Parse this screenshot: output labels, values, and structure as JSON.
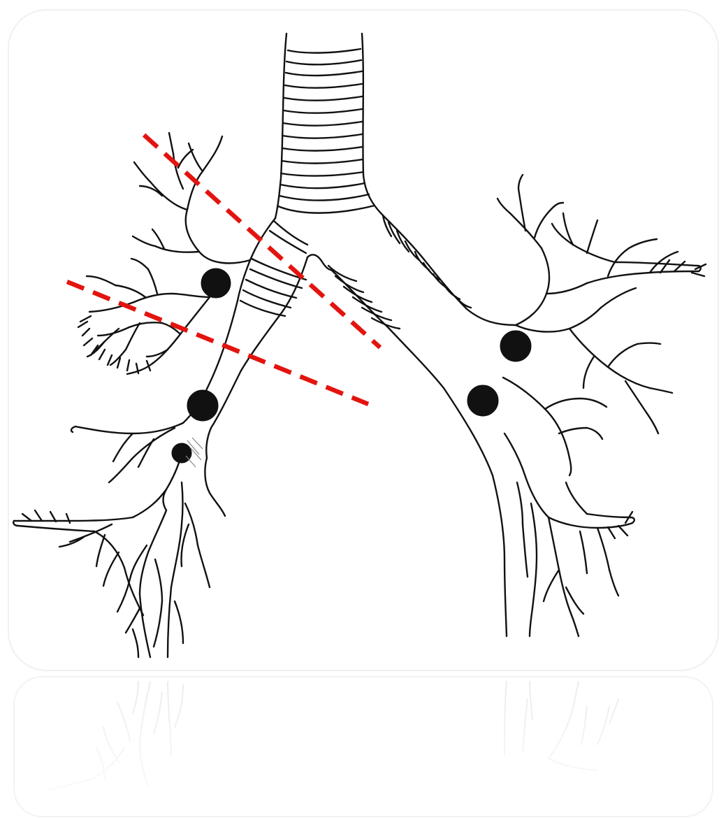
{
  "diagram": {
    "ink_color": "#111111",
    "background_color": "#ffffff",
    "card_border_color": "#f0f0f0",
    "cut_line_color": "#e3140f",
    "node_color": "#111111",
    "cut_lines": [
      {
        "id": "upper-cut-line"
      },
      {
        "id": "lower-cut-line"
      }
    ],
    "lymph_nodes": [
      {
        "id": "node-right-upper"
      },
      {
        "id": "node-right-middle"
      },
      {
        "id": "node-right-lower"
      },
      {
        "id": "node-left-upper"
      },
      {
        "id": "node-left-lower"
      }
    ]
  }
}
